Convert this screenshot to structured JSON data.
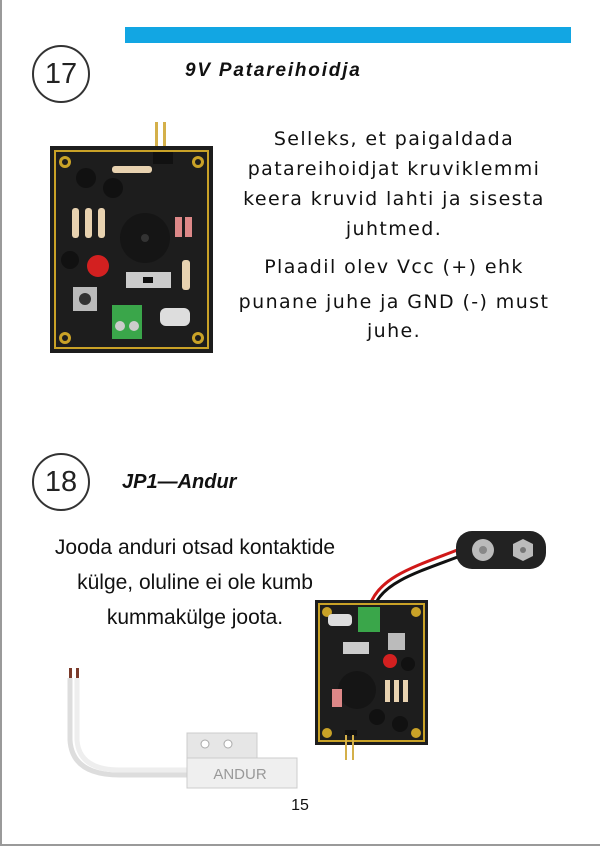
{
  "page_number": "15",
  "steps": [
    {
      "number": "17",
      "title": "9V Patareihoidja",
      "paragraphs": [
        "Selleks, et paigaldada patareihoidjat kruviklemmi keera kruvid lahti ja sisesta juhtmed.",
        "Plaadil olev Vcc (+) ehk",
        "punane juhe ja GND (-) must juhe."
      ]
    },
    {
      "number": "18",
      "title": "JP1—Andur",
      "paragraphs": [
        "Jooda anduri otsad kontaktide külge, oluline ei ole kumb kummakülge joota."
      ],
      "sensor_label": "ANDUR"
    }
  ],
  "colors": {
    "accent_bar": "#12a6e3",
    "pcb": "#1e1e1e",
    "pcb_border": "#c9a227"
  }
}
